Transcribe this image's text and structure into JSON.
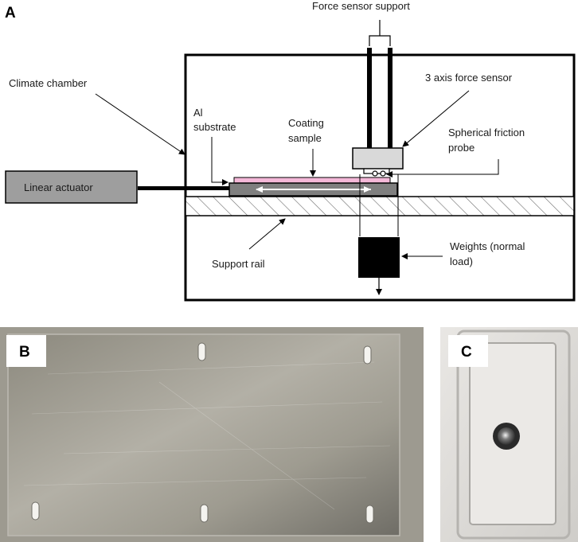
{
  "panels": {
    "a": {
      "letter": "A"
    },
    "b": {
      "letter": "B"
    },
    "c": {
      "letter": "C"
    }
  },
  "labels": {
    "force_sensor_support": "Force sensor support",
    "three_axis_force_sensor": "3 axis force sensor",
    "climate_chamber": "Climate chamber",
    "al_substrate_line1": "Al",
    "al_substrate_line2": "substrate",
    "coating_sample_line1": "Coating",
    "coating_sample_line2": "sample",
    "spherical_probe_line1": "Spherical friction",
    "spherical_probe_line2": "probe",
    "linear_actuator": "Linear actuator",
    "support_rail": "Support rail",
    "weights_line1": "Weights (normal",
    "weights_line2": "load)"
  },
  "colors": {
    "line": "#000000",
    "actuator_fill": "#9e9e9e",
    "sensor_fill": "#d9d9d9",
    "substrate_fill": "#7f7f7f",
    "coating_fill": "#f4b8d8",
    "weight_fill": "#000000",
    "plate_photo_bg": "#9d9a90",
    "probe_photo_bg": "#d8d6d2"
  }
}
